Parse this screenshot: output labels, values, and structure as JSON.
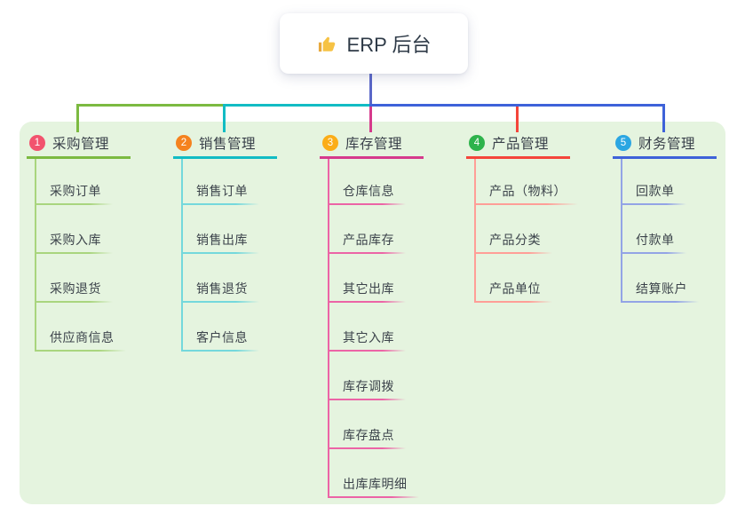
{
  "root": {
    "icon": "thumbs-up",
    "label": "ERP 后台"
  },
  "colors": {
    "stem": "#5A67C8",
    "panel_bg": "#E5F4DF",
    "text": "#3B4249",
    "root_bg": "#FFFFFF",
    "thumb_gold": "#F6C244"
  },
  "branches": [
    {
      "badge": "1",
      "label": "采购管理",
      "badge_color": "#F2536E",
      "line_color": "#7CBA41",
      "child_line_color": "#A9D57E",
      "children": [
        "采购订单",
        "采购入库",
        "采购退货",
        "供应商信息"
      ]
    },
    {
      "badge": "2",
      "label": "销售管理",
      "badge_color": "#F5821E",
      "line_color": "#12BCC4",
      "child_line_color": "#74D8DC",
      "children": [
        "销售订单",
        "销售出库",
        "销售退货",
        "客户信息"
      ]
    },
    {
      "badge": "3",
      "label": "库存管理",
      "badge_color": "#FBAD18",
      "line_color": "#D63A8C",
      "child_line_color": "#EC64A6",
      "children": [
        "仓库信息",
        "产品库存",
        "其它出库",
        "其它入库",
        "库存调拨",
        "库存盘点",
        "出库库明细"
      ]
    },
    {
      "badge": "4",
      "label": "产品管理",
      "badge_color": "#2EB34C",
      "line_color": "#F4453B",
      "child_line_color": "#FF9E97",
      "children": [
        "产品（物料）",
        "产品分类",
        "产品单位"
      ]
    },
    {
      "badge": "5",
      "label": "财务管理",
      "badge_color": "#2BA6E2",
      "line_color": "#3E62D9",
      "child_line_color": "#93A4E6",
      "children": [
        "回款单",
        "付款单",
        "结算账户"
      ]
    }
  ]
}
